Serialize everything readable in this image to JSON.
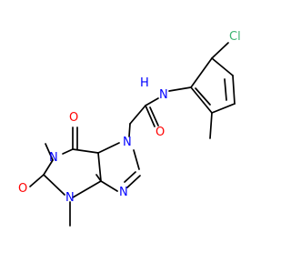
{
  "molecule": {
    "atoms": [
      {
        "id": "cl",
        "label": "Cl",
        "color": "#3cb371"
      },
      {
        "id": "nh",
        "label": "N",
        "color": "#0000ff"
      },
      {
        "id": "nh_h",
        "label": "H",
        "color": "#0000ff"
      },
      {
        "id": "o_amide",
        "label": "O",
        "color": "#ff0000"
      },
      {
        "id": "o6",
        "label": "O",
        "color": "#ff0000"
      },
      {
        "id": "n7",
        "label": "N",
        "color": "#0000ff"
      },
      {
        "id": "n1",
        "label": "N",
        "color": "#0000ff"
      },
      {
        "id": "n9",
        "label": "N",
        "color": "#0000ff"
      },
      {
        "id": "o2",
        "label": "O",
        "color": "#ff0000"
      },
      {
        "id": "n3",
        "label": "N",
        "color": "#0000ff"
      }
    ]
  }
}
